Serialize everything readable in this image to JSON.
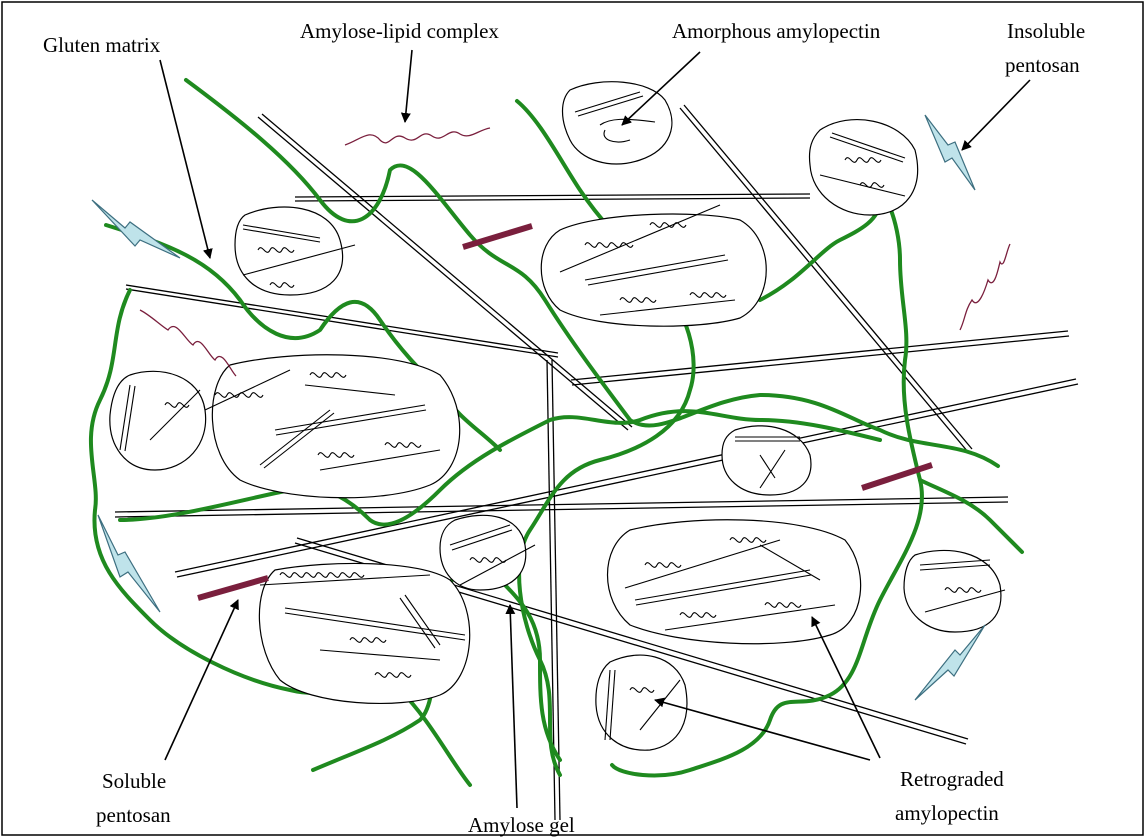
{
  "diagram": {
    "labels": {
      "gluten_matrix": "Gluten matrix",
      "amylose_lipid_complex": "Amylose-lipid complex",
      "amorphous_amylopectin": "Amorphous amylopectin",
      "insoluble_pentosan_1": "Insoluble",
      "insoluble_pentosan_2": "pentosan",
      "soluble_pentosan_1": "Soluble",
      "soluble_pentosan_2": "pentosan",
      "amylose_gel": "Amylose gel",
      "retrograded_amylopectin_1": "Retrograded",
      "retrograded_amylopectin_2": "amylopectin"
    },
    "colors": {
      "gluten": "#1f8a1f",
      "lipid_complex": "#7a1f3d",
      "soluble_pentosan": "#7a1f3d",
      "insoluble_pentosan_fill": "#bfe3ea",
      "outline": "#000000"
    }
  }
}
